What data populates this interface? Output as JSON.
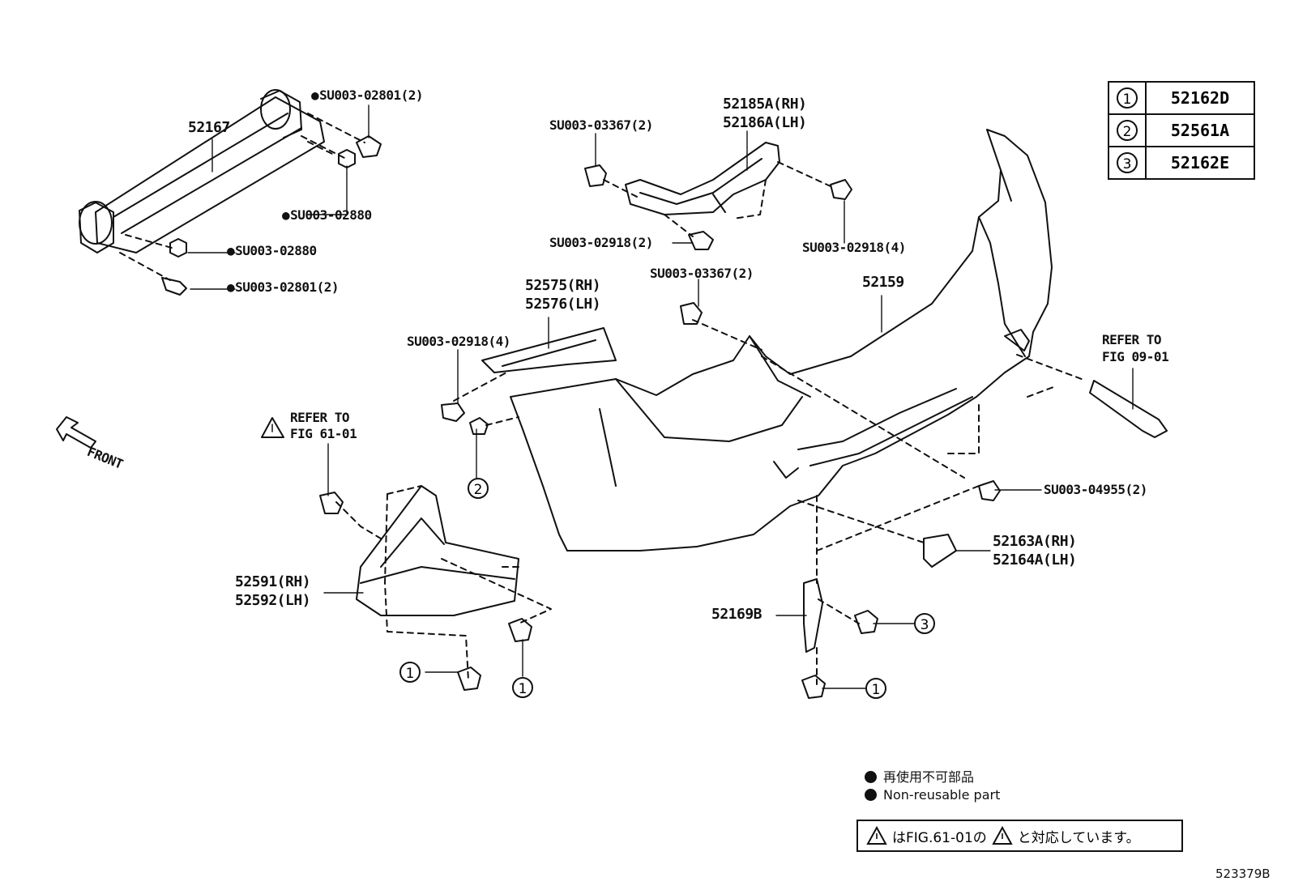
{
  "key_table": [
    {
      "num": "1",
      "part": "52162D"
    },
    {
      "num": "2",
      "part": "52561A"
    },
    {
      "num": "3",
      "part": "52162E"
    }
  ],
  "labels": {
    "p52167": "52167",
    "su_02801_top": "SU003-02801(2)",
    "su_02880_mid": "SU003-02880",
    "su_02880_low": "SU003-02880",
    "su_02801_low": "SU003-02801(2)",
    "su_03367_a": "SU003-03367(2)",
    "p52185a": "52185A(RH)",
    "p52186a": "52186A(LH)",
    "su_02918_2": "SU003-02918(2)",
    "su_02918_4_right": "SU003-02918(4)",
    "su_03367_b": "SU003-03367(2)",
    "p52159": "52159",
    "p52575": "52575(RH)",
    "p52576": "52576(LH)",
    "su_02918_4_left": "SU003-02918(4)",
    "refer_09_l1": "REFER TO",
    "refer_09_l2": "FIG 09-01",
    "refer_61_l1": "REFER TO",
    "refer_61_l2": "FIG 61-01",
    "front": "FRONT",
    "su_04955": "SU003-04955(2)",
    "p52163a": "52163A(RH)",
    "p52164a": "52164A(LH)",
    "p52591": "52591(RH)",
    "p52592": "52592(LH)",
    "p52169b": "52169B",
    "c2": "2",
    "c1_left": "1",
    "c1_mid": "1",
    "c3": "3",
    "c1_right": "1"
  },
  "legend": {
    "jp": "再使用不可部品",
    "en": "Non-reusable part"
  },
  "note": {
    "pre": "はFIG.61-01の",
    "post": "と対応しています。"
  },
  "diagram_id": "523379B"
}
